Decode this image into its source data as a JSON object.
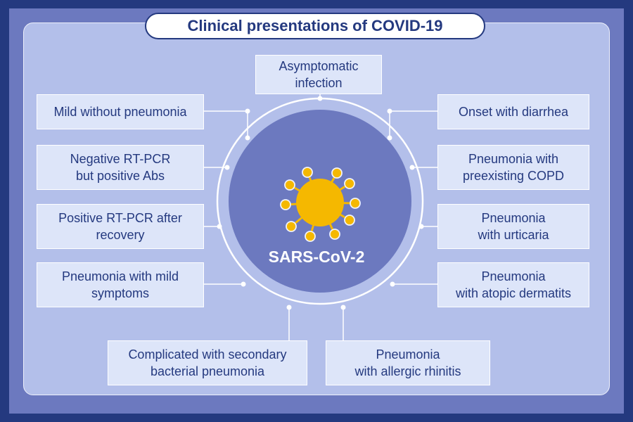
{
  "title": "Clinical presentations of COVID-19",
  "center": {
    "label": "SARS-CoV-2",
    "icon": "virus-icon"
  },
  "colors": {
    "navy": "#24397f",
    "panel": "#b3bfea",
    "box": "#dde5f9",
    "circle": "#6c79bf",
    "virus": "#f5b800"
  },
  "presentations": {
    "asymptomatic": "Asymptomatic\ninfection",
    "mild_without_pneumonia": "Mild without pneumonia",
    "negative_rtpcr": "Negative RT-PCR\nbut positive Abs",
    "positive_rtpcr": "Positive RT-PCR after\nrecovery",
    "mild_symptoms": "Pneumonia with mild\nsymptoms",
    "secondary_bacterial": "Complicated with secondary\nbacterial pneumonia",
    "allergic_rhinitis": "Pneumonia\nwith allergic rhinitis",
    "atopic_dermatitis": "Pneumonia\nwith atopic dermatits",
    "urticaria": "Pneumonia\nwith urticaria",
    "copd": "Pneumonia with\npreexisting COPD",
    "diarrhea": "Onset with diarrhea"
  }
}
